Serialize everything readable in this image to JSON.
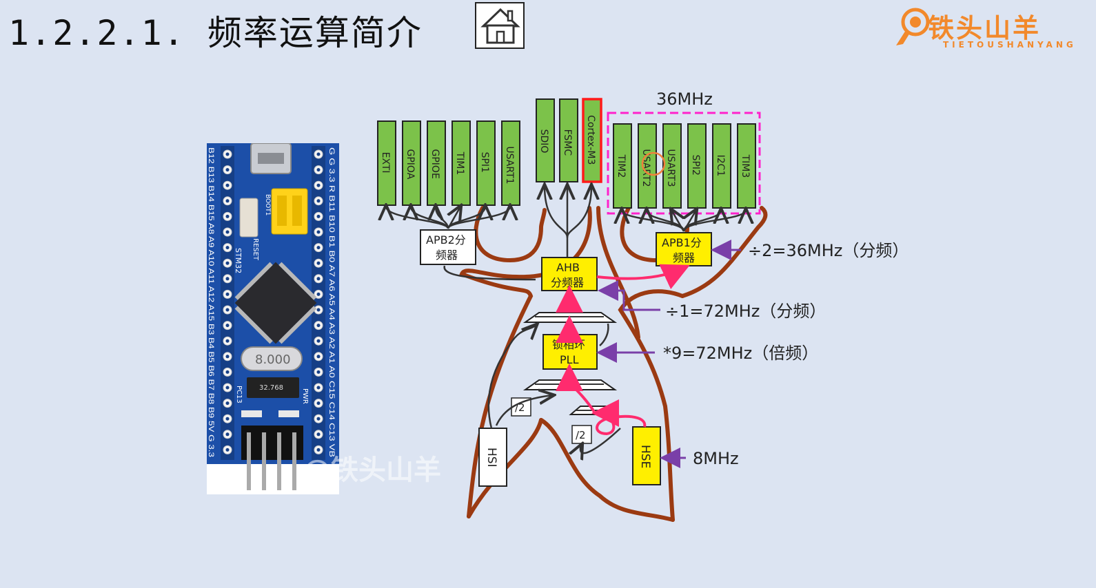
{
  "header": {
    "title": "1.2.2.1. 频率运算简介",
    "home_icon": "house-icon"
  },
  "logo": {
    "main": "铁头山羊",
    "sub": "TIETOUSHANYANG",
    "icon": "goat-logo-icon"
  },
  "board": {
    "left_pins": "B12 B13 B14 B15 A8 A9 A10 A11 A12 A15 B3 B4 B5 B6 B7 B8 B9 5V G 3.3",
    "right_pins": "G G 3.3 R B11 B10 B1 B0 A7 A6 A5 A4 A3 A2 A1 A0 C15 C14 C13 VB",
    "reset_label": "RESET",
    "boot_label": "BOOT1",
    "brand": "STM32",
    "crystal": "8.000",
    "crystal2": "32.768",
    "pc13": "PC13",
    "pwr": "PWR",
    "watermark": "@铁头山羊"
  },
  "diagram": {
    "apb2_peripherals": [
      "EXTI",
      "GPIOA",
      "GPIOE",
      "TIM1",
      "SPI1",
      "USART1"
    ],
    "ahb_peripherals": [
      "SDIO",
      "FSMC",
      "Cortex-M3"
    ],
    "apb1_peripherals": [
      "TIM2",
      "USART2",
      "USART3",
      "SPI2",
      "I2C1",
      "TIM3"
    ],
    "apb1_freq": "36MHz",
    "apb2_prescaler": [
      "APB2分",
      "频器"
    ],
    "apb1_prescaler": [
      "APB1分",
      "频器"
    ],
    "ahb_prescaler": [
      "AHB",
      "分频器"
    ],
    "pll": [
      "锁相环",
      "PLL"
    ],
    "hsi": "HSI",
    "hse": "HSE",
    "div2_a": "/2",
    "div2_b": "/2",
    "annotations": {
      "apb1": "÷2=36MHz（分频）",
      "ahb": "÷1=72MHz（分频）",
      "pll": "*9=72MHz（倍频）",
      "hse": "8MHz"
    },
    "colors": {
      "peripheral_fill": "#7cc24a",
      "prescaler_fill": "#ffef00",
      "arrow_pink": "#ff2b6e",
      "arrow_purple": "#7a3fa8",
      "tree_brown": "#9b3a12",
      "dashed_box": "#ff22cc",
      "highlight_red": "#ff1a1a"
    }
  }
}
